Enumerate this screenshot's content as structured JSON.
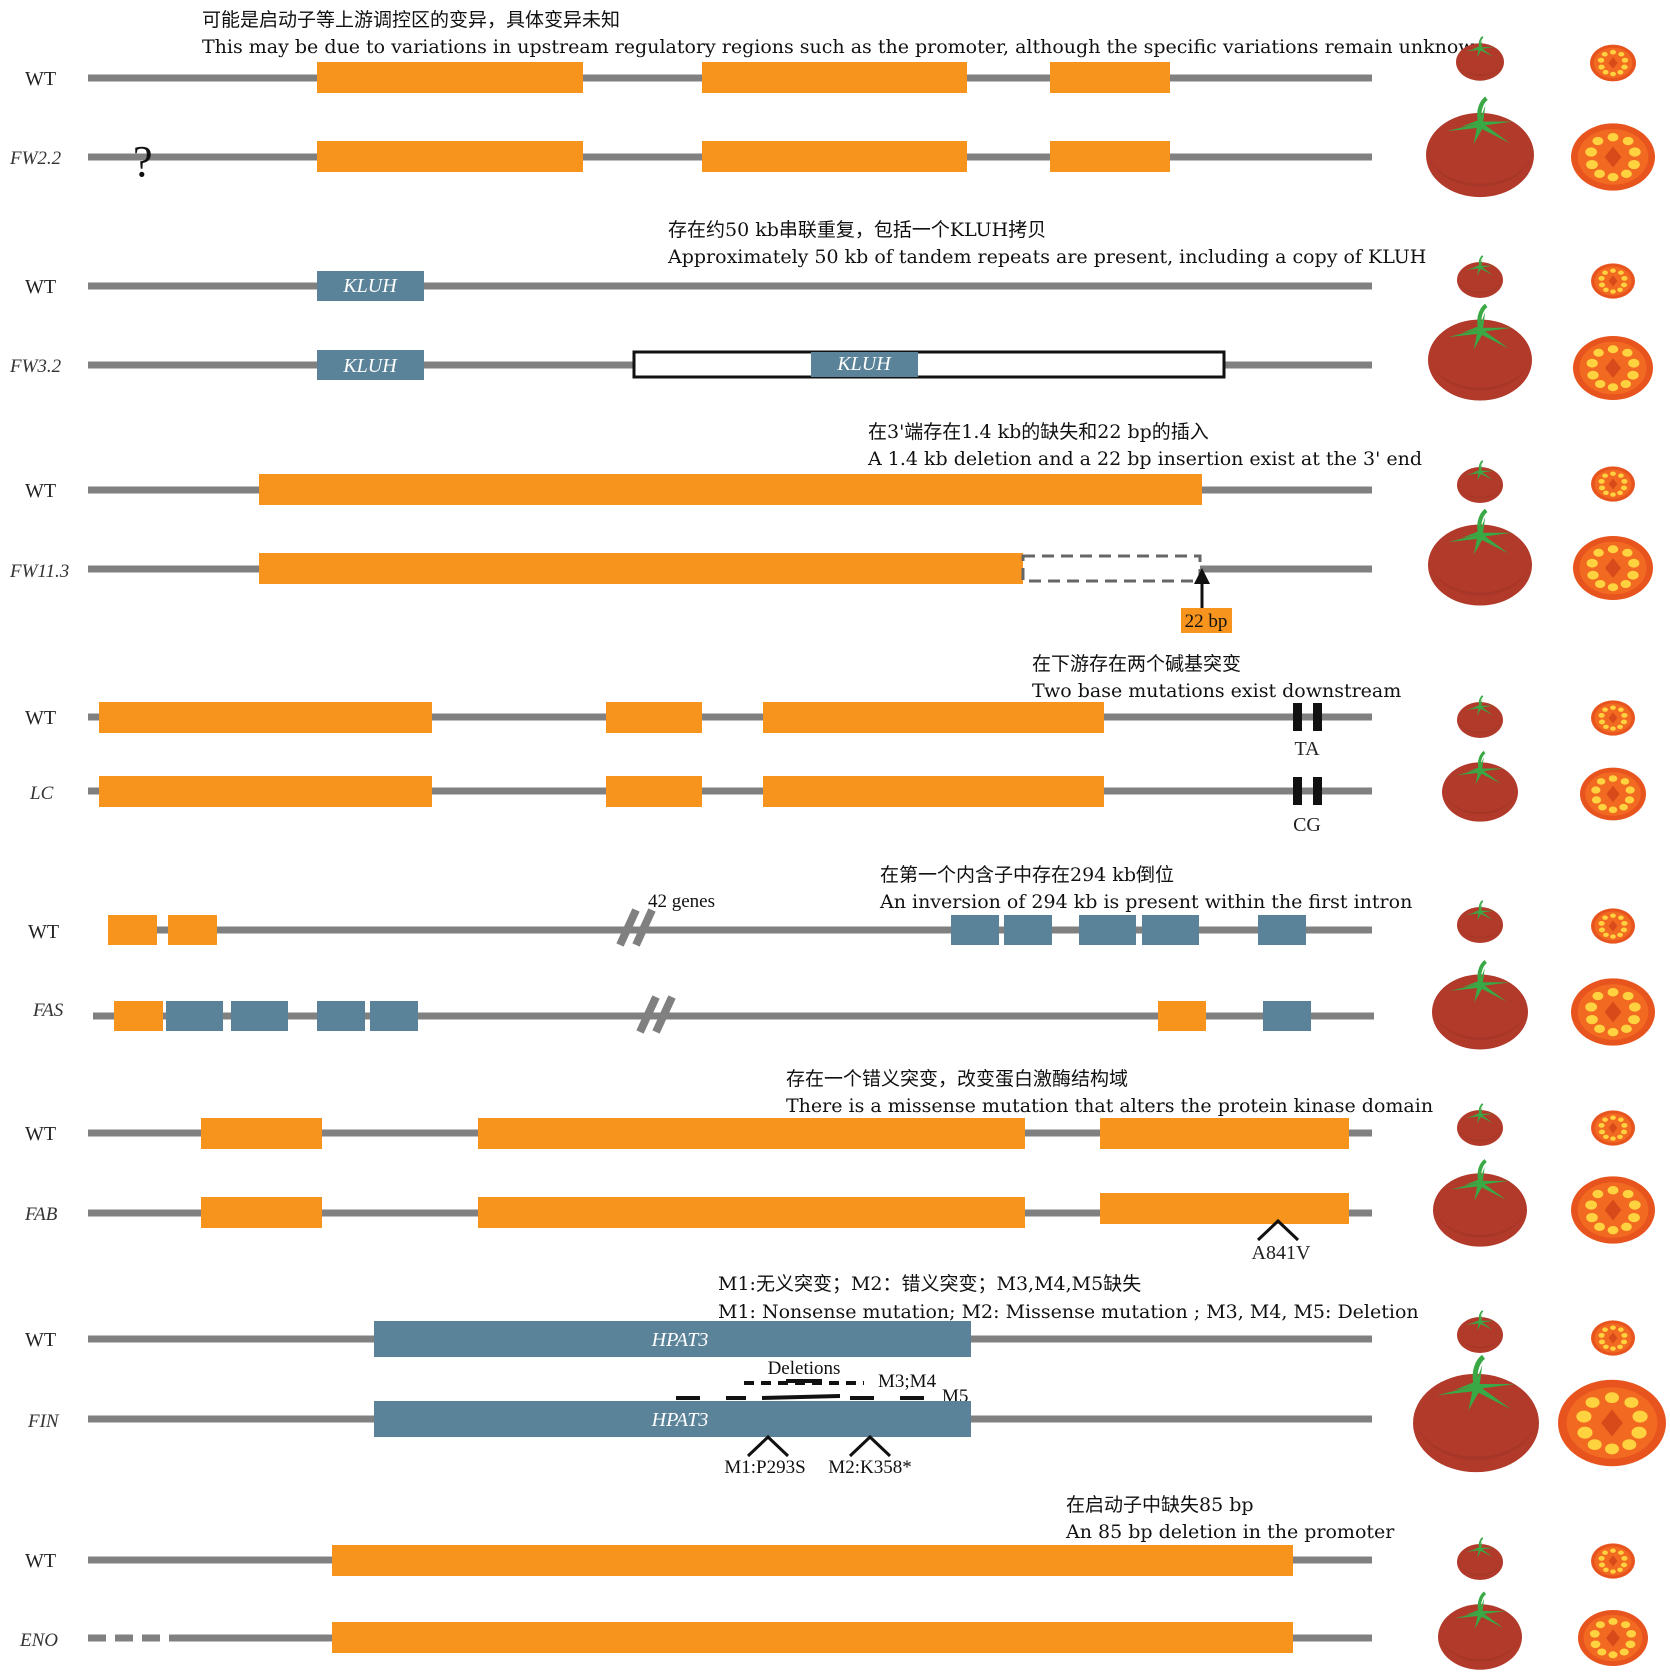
{
  "colors": {
    "axis_line": "#808080",
    "exon_orange": "#F7941D",
    "exon_blue": "#5A8399",
    "tomato_skin": "#B13A2A",
    "tomato_flesh": "#E8541E",
    "seed": "#FFD23F",
    "calyx": "#39A845"
  },
  "genes": {
    "fw22": {
      "note_cn": "可能是启动子等上游调控区的变异，具体变异未知",
      "note_en": "This may be due to variations in upstream regulatory regions such as the promoter, although the specific variations remain unknown",
      "wt_label": "WT",
      "mut_label": "FW2.2",
      "marker": "?"
    },
    "fw32": {
      "note_cn": "存在约50 kb串联重复，包括一个KLUH拷贝",
      "note_en": "Approximately 50 kb of tandem repeats are present, including a copy of KLUH",
      "wt_label": "WT",
      "mut_label": "FW3.2",
      "gene_name": "KLUH"
    },
    "fw113": {
      "note_cn": "在3'端存在1.4 kb的缺失和22 bp的插入",
      "note_en": "A 1.4 kb deletion and a 22 bp insertion exist at the 3' end",
      "wt_label": "WT",
      "mut_label": "FW11.3",
      "insert_label": "22 bp"
    },
    "lc": {
      "note_cn": "在下游存在两个碱基突变",
      "note_en": "Two base mutations exist downstream",
      "wt_label": "WT",
      "mut_label": "LC",
      "wt_bases": "TA",
      "mut_bases": "CG"
    },
    "fas": {
      "note_cn": "在第一个内含子中存在294 kb倒位",
      "note_en": "An inversion of 294 kb is present within the first intron",
      "wt_label": "WT",
      "mut_label": "FAS",
      "genes_label": "42 genes"
    },
    "fab": {
      "note_cn": "存在一个错义突变，改变蛋白激酶结构域",
      "note_en": "There is a missense mutation that alters the protein kinase domain",
      "wt_label": "WT",
      "mut_label": "FAB",
      "mutation": "A841V"
    },
    "fin": {
      "note_cn": "M1:无义突变；M2：错义突变；M3,M4,M5缺失",
      "note_en": "M1: Nonsense mutation; M2: Missense mutation ; M3, M4, M5: Deletion",
      "wt_label": "WT",
      "mut_label": "FIN",
      "gene_name": "HPAT3",
      "deletions_label": "Deletions",
      "m34_label": "M3;M4",
      "m5_label": "M5",
      "m1_label": "M1:P293S",
      "m2_label": "M2:K358*"
    },
    "eno": {
      "note_cn": "在启动子中缺失85 bp",
      "note_en": "An 85 bp deletion in the promoter",
      "wt_label": "WT",
      "mut_label": "ENO"
    }
  }
}
